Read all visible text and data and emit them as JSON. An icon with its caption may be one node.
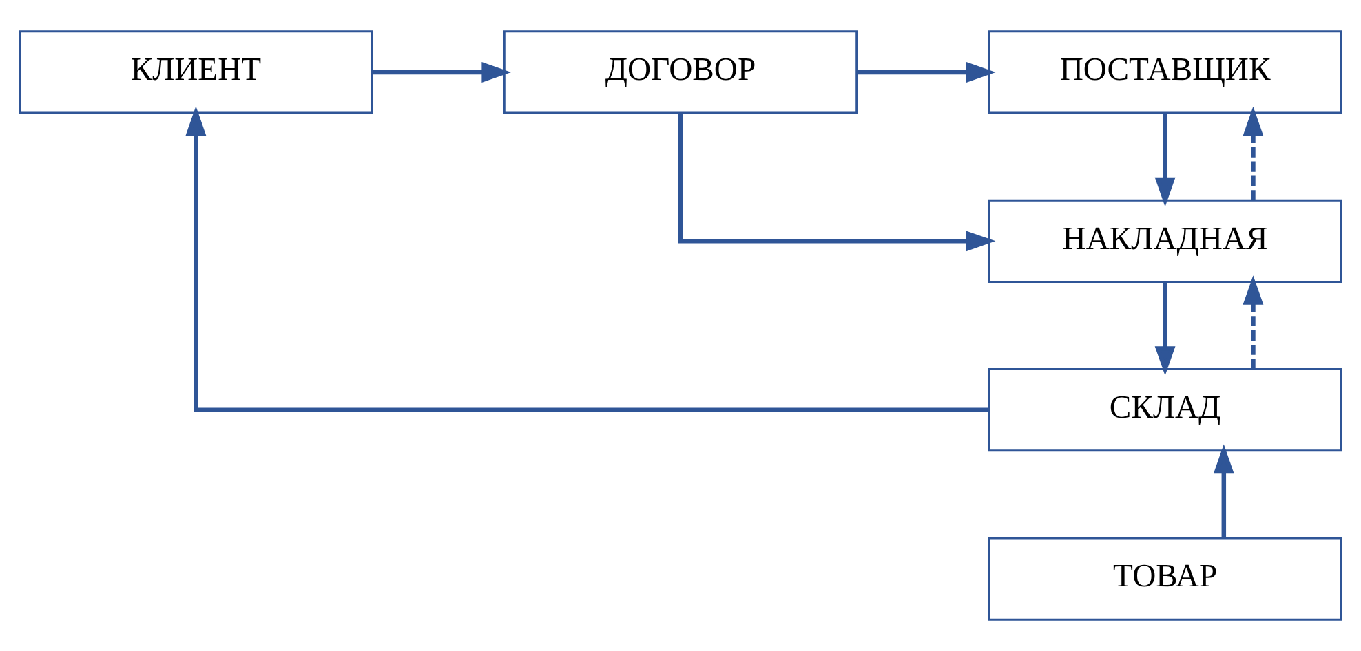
{
  "diagram": {
    "nodes": [
      {
        "text": [
          "КЛИЕНТ"
        ]
      },
      {
        "text": [
          "ДОГОВОР"
        ]
      },
      {
        "text": [
          "ПОСТАВЩИК"
        ]
      },
      {
        "text": [
          "НАКЛАДНАЯ"
        ]
      },
      {
        "text": [
          "СКЛАД"
        ]
      },
      {
        "text": [
          "ТОВАР"
        ]
      }
    ],
    "edges": [
      {
        "from": 0,
        "to": 1,
        "arrow": "to"
      },
      {
        "from": 1,
        "to": 2,
        "arrow": "to"
      },
      {
        "from": 1,
        "to": 3,
        "arrow": "to"
      },
      {
        "from": 2,
        "to": 3,
        "arrow": "to"
      },
      {
        "from": 3,
        "to": 2,
        "arrow": "to",
        "style": "dashed"
      },
      {
        "from": 3,
        "to": 4,
        "arrow": "to"
      },
      {
        "from": 4,
        "to": 3,
        "arrow": "to",
        "style": "dashed"
      },
      {
        "from": 4,
        "to": 0,
        "arrow": "to"
      },
      {
        "from": 5,
        "to": 4,
        "arrow": "to"
      }
    ]
  }
}
